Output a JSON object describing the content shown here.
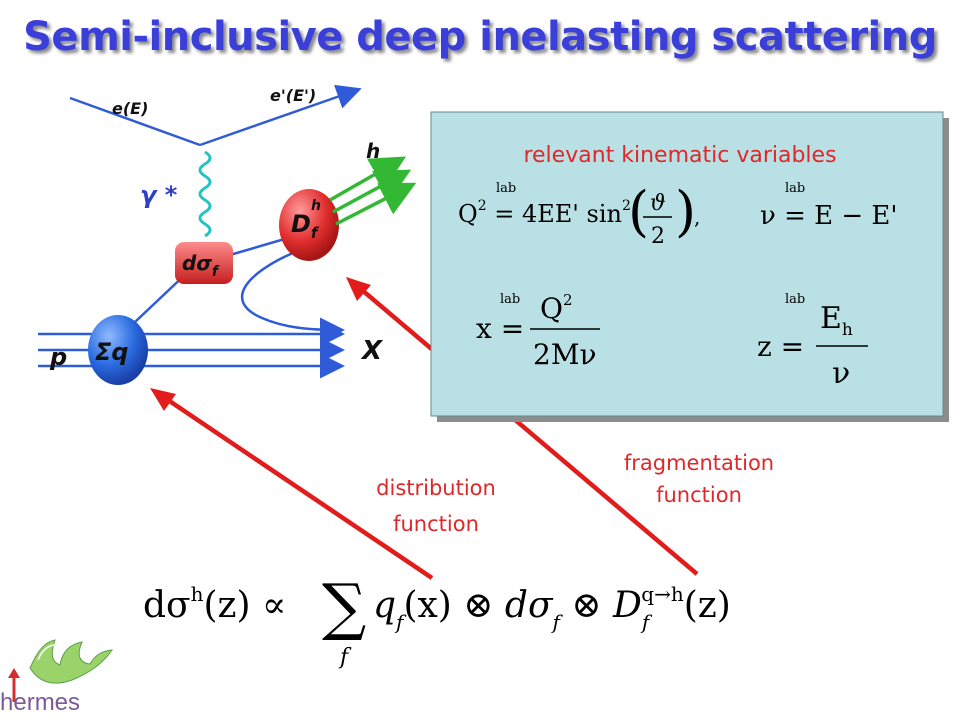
{
  "title": "Semi-inclusive deep inelasting scattering",
  "diagram": {
    "incoming_electron": "e(E)",
    "outgoing_electron": "e'(E')",
    "photon": "γ *",
    "proton": "p",
    "distribution": "Σq",
    "hard_process": "dσ",
    "hard_process_sub": "f",
    "fragmentation": "D",
    "fragmentation_sub": "f",
    "fragmentation_sup": "h",
    "hadron": "h",
    "remnant": "X"
  },
  "kinematics": {
    "heading": "relevant kinematic variables",
    "lab_tag": "lab",
    "q2_lhs": "Q",
    "q2_rhs": "4EE' sin",
    "theta": "ϑ",
    "theta_den": "2",
    "nu_lhs": "ν",
    "nu_rhs": "E − E'",
    "x_lhs": "x",
    "x_num": "Q",
    "x_den": "2Mν",
    "z_lhs": "z",
    "z_num": "E",
    "z_num_sub": "h",
    "z_den": "ν"
  },
  "labels": {
    "distribution_line1": "distribution",
    "distribution_line2": "function",
    "fragmentation_line1": "fragmentation",
    "fragmentation_line2": "function"
  },
  "formula": {
    "lhs": "dσ",
    "lhs_sup": "h",
    "lhs_arg": "(z) ∝",
    "sum": "∑",
    "sum_index": "f",
    "q": "q",
    "q_sub": "f",
    "q_arg": "(x) ⊗",
    "dsigma": "dσ",
    "dsigma_sub": "f",
    "otimes": "⊗",
    "D": "D",
    "D_sub": "f",
    "D_sup": "q→h",
    "D_arg": "(z)"
  },
  "logo": {
    "text": "hermes"
  },
  "colors": {
    "title": "#3b3fd9",
    "lines": "#2f5bd8",
    "photon": "#22c3c3",
    "hadron_arrows": "#33b833",
    "blob_blue": "#2a6be0",
    "blob_red": "#e23030",
    "panel_bg": "#b9e0e4",
    "arrow_red": "#e21b1b"
  }
}
